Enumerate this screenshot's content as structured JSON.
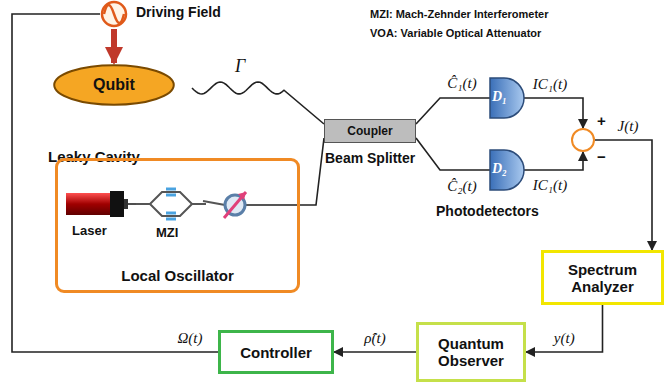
{
  "diagram": {
    "nodes": [
      {
        "text": [
          "Driving Field"
        ]
      },
      {
        "text": [
          "Leaky Cavity"
        ]
      },
      {
        "text": [
          "Qubit"
        ],
        "in": 1
      },
      {
        "text": [
          "Local Oscillator"
        ]
      },
      {
        "text": [
          "Laser"
        ],
        "in": 3
      },
      {
        "text": [
          "MZI"
        ],
        "in": 3
      },
      {
        "text": [
          "Coupler",
          "Beam Splitter"
        ]
      },
      {
        "text": [
          "D₁"
        ]
      },
      {
        "text": [
          "D₂"
        ]
      },
      {
        "text": [
          "+",
          "−"
        ]
      },
      {
        "text": [
          "Spectrum Analyzer"
        ]
      },
      {
        "text": [
          "Quantum Observer"
        ]
      },
      {
        "text": [
          "Controller"
        ]
      }
    ],
    "edges": [
      {
        "from": 0,
        "to": 2,
        "arrow": "to"
      },
      {
        "from": 1,
        "to": 6,
        "label": "Γ",
        "arrow": "none"
      },
      {
        "from": 3,
        "to": 6,
        "arrow": "none"
      },
      {
        "from": 4,
        "to": 5,
        "arrow": "none"
      },
      {
        "from": 6,
        "to": 7,
        "label": "Ĉ₁(t)",
        "arrow": "none"
      },
      {
        "from": 6,
        "to": 8,
        "label": "Ĉ₂(t)",
        "arrow": "none"
      },
      {
        "from": 7,
        "to": 9,
        "label": "IC₁(t)",
        "arrow": "to"
      },
      {
        "from": 8,
        "to": 9,
        "label": "IC₁(t)",
        "arrow": "to"
      },
      {
        "from": 9,
        "to": 10,
        "label": "J(t)",
        "arrow": "to"
      },
      {
        "from": 10,
        "to": 11,
        "label": "y(t)",
        "arrow": "to"
      },
      {
        "from": 11,
        "to": 12,
        "label": "ρ̂(t)",
        "arrow": "to"
      },
      {
        "from": 12,
        "to": 0,
        "label": "Ω(t)",
        "arrow": "none"
      }
    ],
    "labels": [
      "MZI: Mach-Zehnder Interferometer",
      "VOA: Variable Optical Attenuator",
      "Photodetectors"
    ]
  }
}
